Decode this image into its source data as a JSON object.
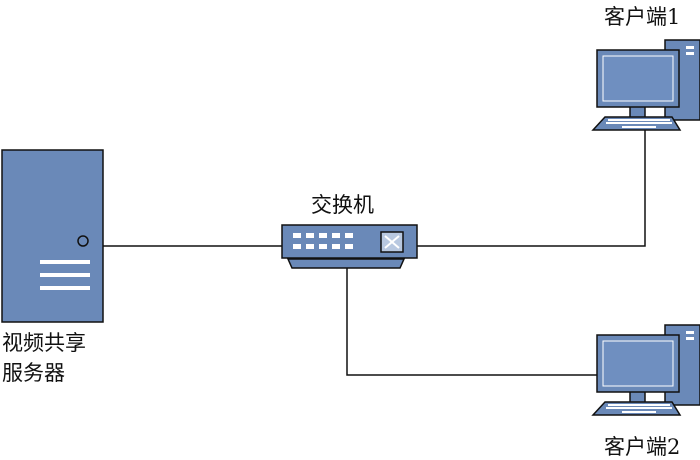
{
  "labels": {
    "client1": "客户端1",
    "client2": "客户端2",
    "switch": "交换机",
    "server_line1": "视频共享",
    "server_line2": "服务器"
  },
  "colors": {
    "device_fill": "#6a89b8",
    "outline": "#1a1a1a",
    "screen": "#6f8fc0"
  }
}
